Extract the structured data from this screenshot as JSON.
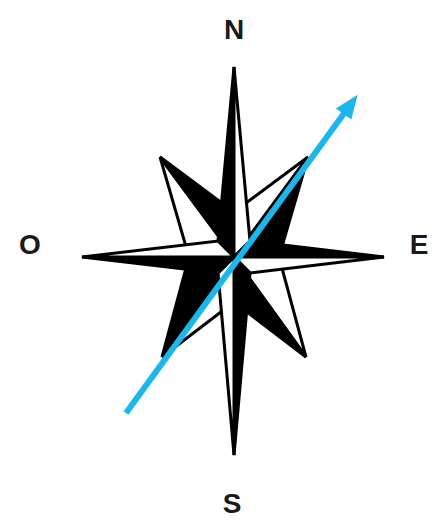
{
  "diagram": {
    "labels": [
      "N",
      "O",
      "E",
      "S"
    ]
  }
}
